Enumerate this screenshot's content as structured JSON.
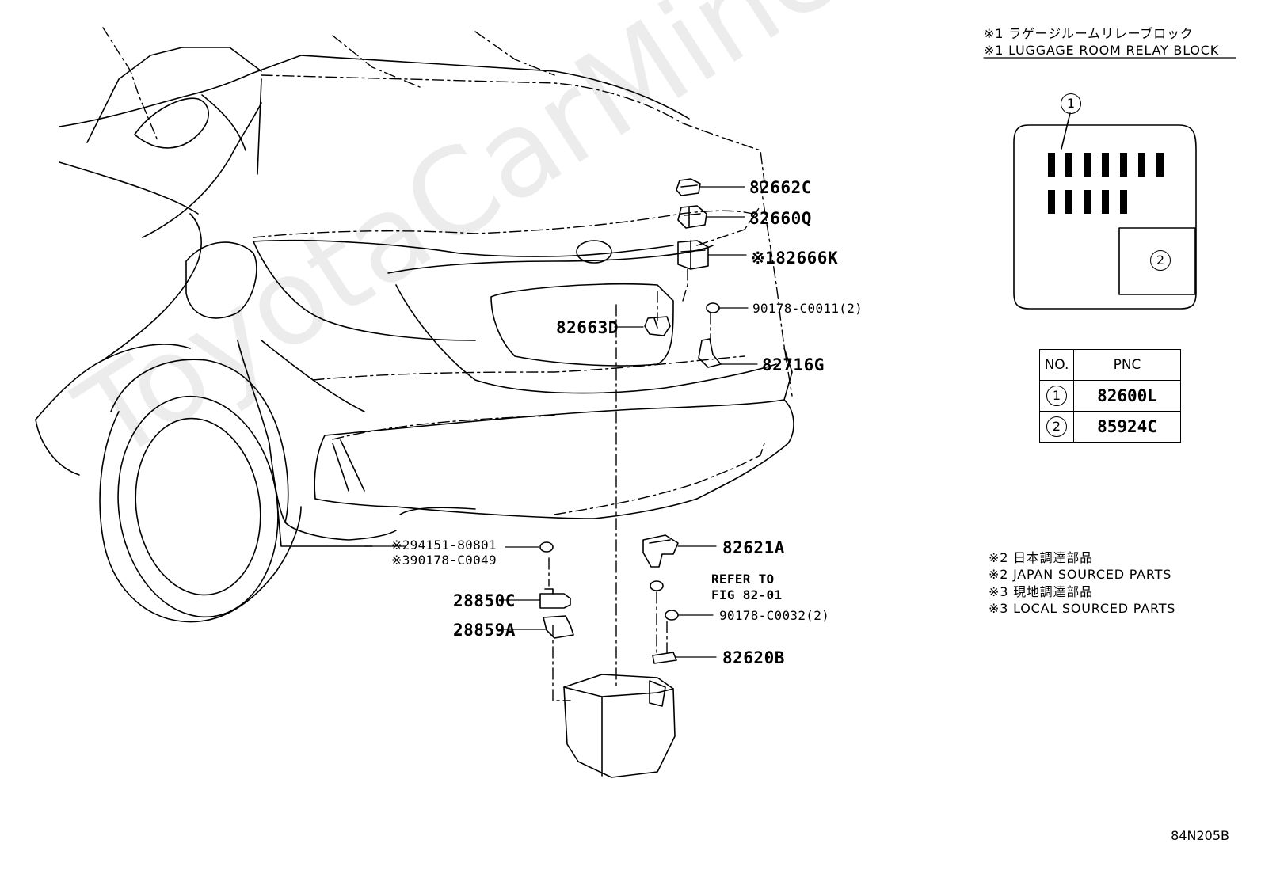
{
  "watermark": "ToyotaCarMine.ru",
  "relay_block": {
    "title_jp": "※1 ラゲージルームリレーブロック",
    "title_en": "※1 LUGGAGE ROOM RELAY BLOCK",
    "callout_1": "1",
    "callout_2": "2"
  },
  "pnc_table": {
    "col_no": "NO.",
    "col_pnc": "PNC",
    "rows": [
      {
        "no": "1",
        "pnc": "82600L"
      },
      {
        "no": "2",
        "pnc": "85924C"
      }
    ]
  },
  "notes": {
    "n1": "※2 日本調達部品",
    "n2": "※2 JAPAN SOURCED PARTS",
    "n3": "※3 現地調達部品",
    "n4": "※3 LOCAL SOURCED PARTS"
  },
  "labels": {
    "p82662C": "82662C",
    "p82660Q": "82660Q",
    "p82666K": "※182666K",
    "p90178_C0011": "90178-C0011(2)",
    "p82663D": "82663D",
    "p82716G": "82716G",
    "p94151": "※294151-80801",
    "p90178_C0049": "※390178-C0049",
    "p28850C": "28850C",
    "p28859A": "28859A",
    "p82621A": "82621A",
    "refer_1": "REFER TO",
    "refer_2": "FIG 82-01",
    "p90178_C0032": "90178-C0032(2)",
    "p82620B": "82620B"
  },
  "figure_code": "84N205B"
}
